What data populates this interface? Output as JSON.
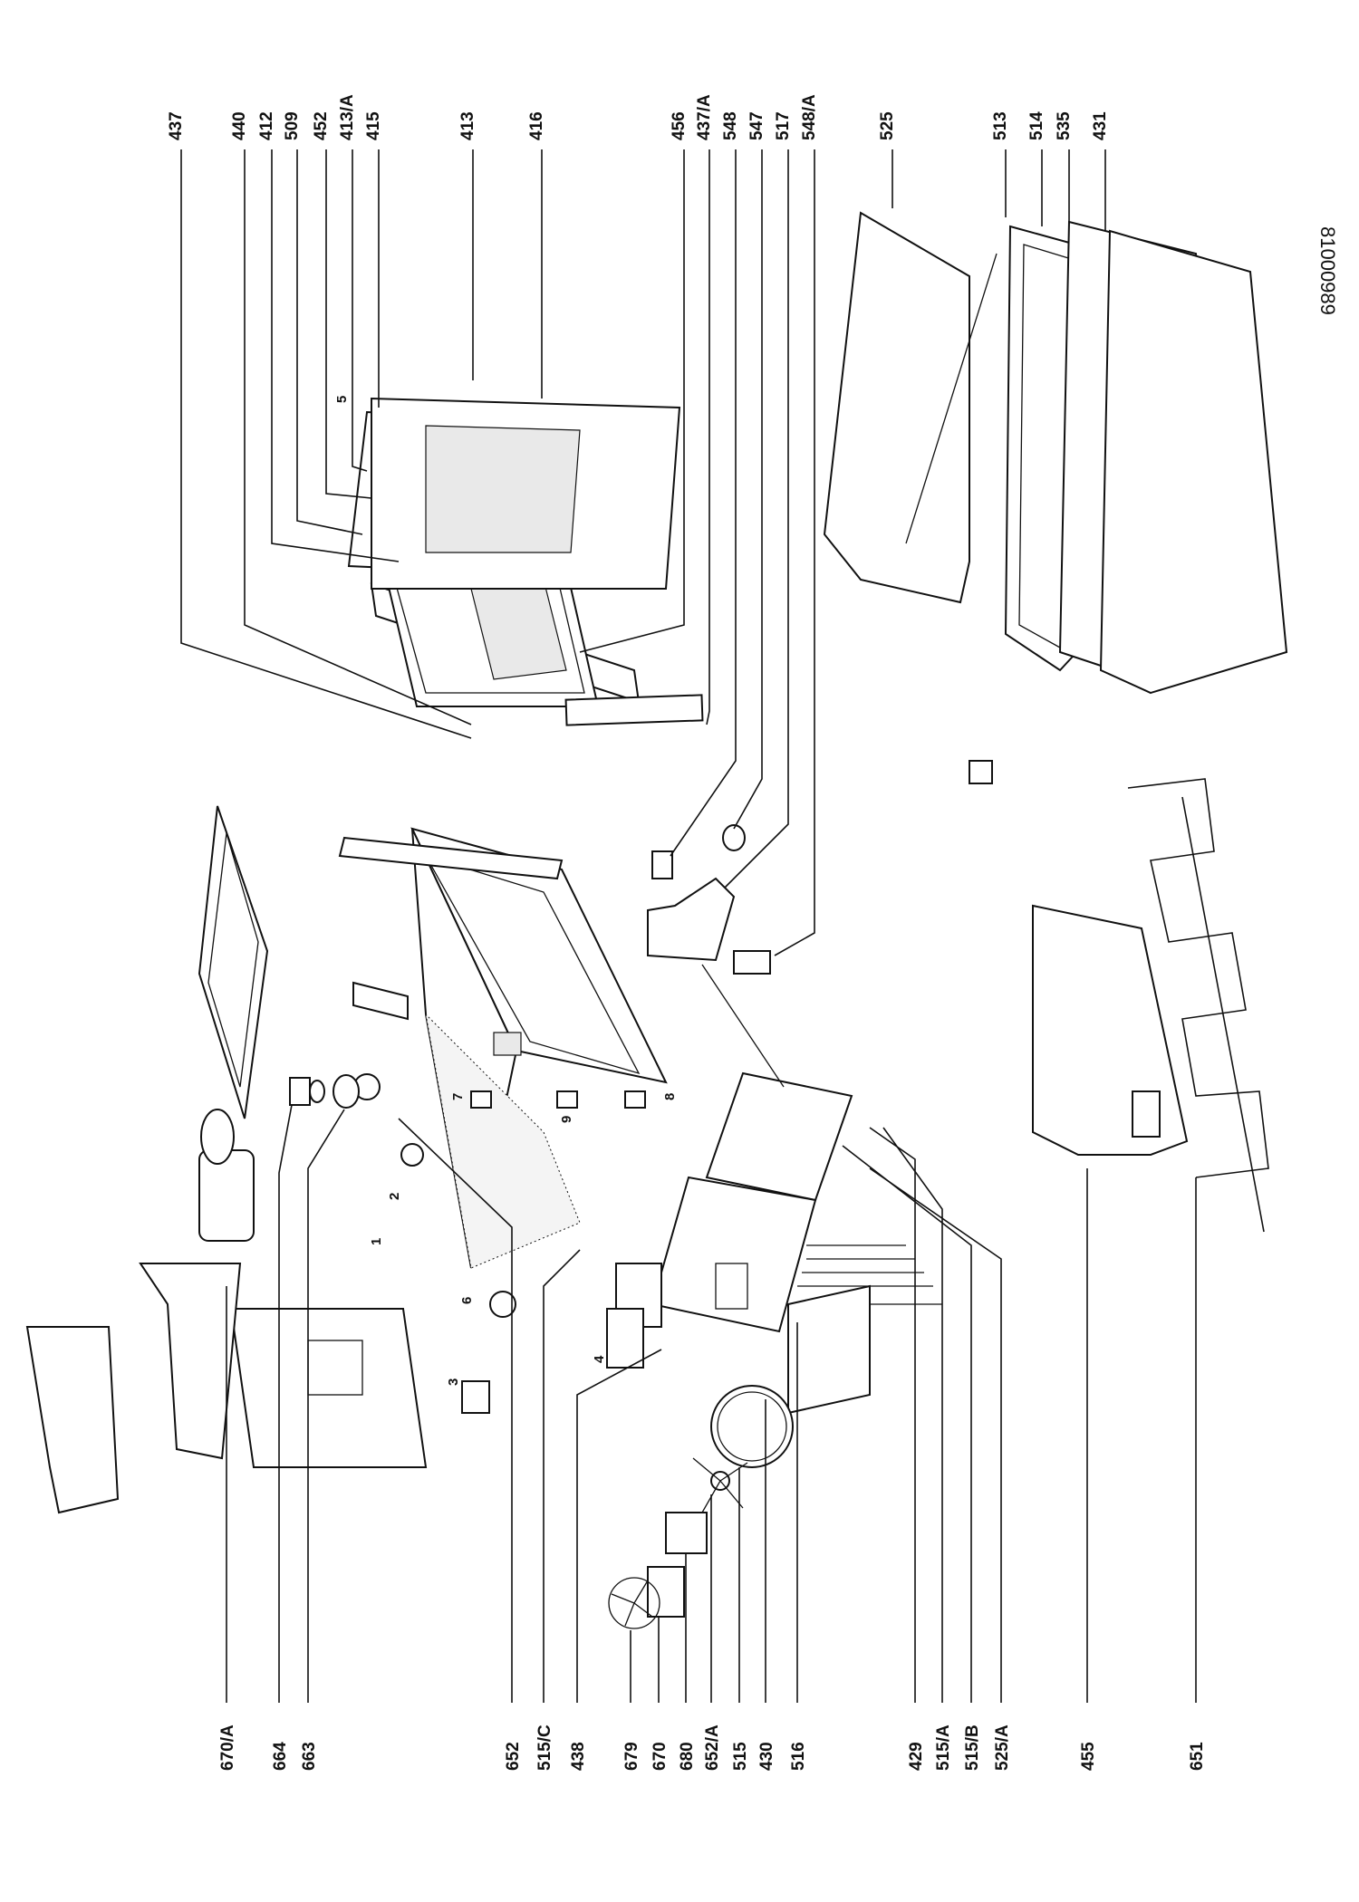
{
  "document_id": "81000989",
  "callouts_top": [
    "437",
    "440",
    "412",
    "509",
    "452",
    "413/A",
    "415",
    "413",
    "416",
    "456",
    "437/A",
    "548",
    "547",
    "517",
    "548/A",
    "525",
    "513",
    "514",
    "535",
    "431"
  ],
  "callouts_bottom": [
    "670/A",
    "664",
    "663",
    "652",
    "515/C",
    "438",
    "679",
    "670",
    "680",
    "652/A",
    "515",
    "430",
    "516",
    "429",
    "515/A",
    "515/B",
    "525/A",
    "455",
    "651"
  ],
  "inline_labels": [
    "5",
    "1",
    "2",
    "3",
    "4",
    "6",
    "7",
    "8",
    "9"
  ],
  "colors": {
    "ink": "#111111",
    "paper": "#ffffff"
  }
}
